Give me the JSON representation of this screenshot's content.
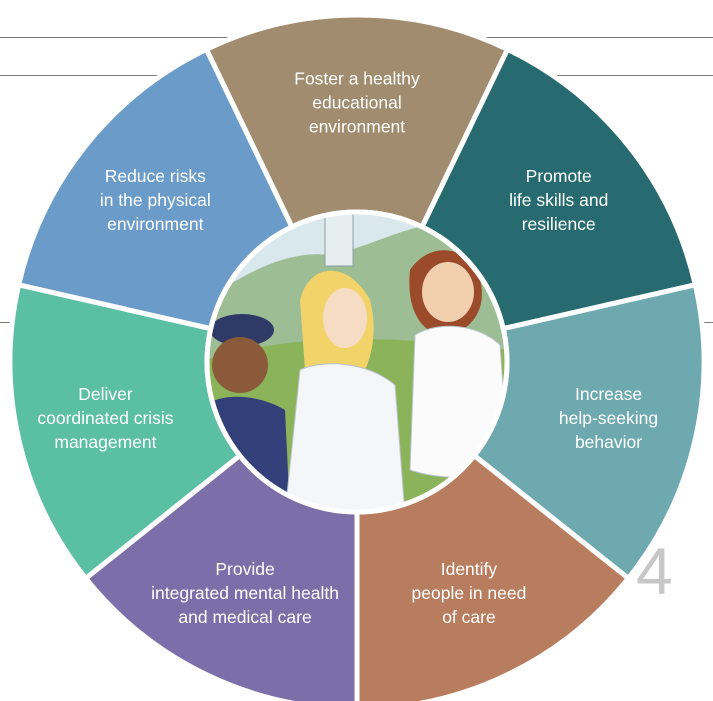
{
  "page_number": "4",
  "colors": {
    "background": "#ffffff",
    "divider": "#ffffff",
    "rule": "#7a7a7a",
    "page_number": "#c7c7c7"
  },
  "segments": [
    {
      "id": "educational",
      "lines": [
        "Foster a healthy",
        "educational",
        "environment"
      ],
      "color": "#a18c6f",
      "icon": ""
    },
    {
      "id": "life-skills",
      "lines": [
        "Promote",
        "life skills and",
        "resilience"
      ],
      "color": "#276b70"
    },
    {
      "id": "help-seeking",
      "lines": [
        "Increase",
        "help-seeking",
        "behavior"
      ],
      "color": "#6ea9b0"
    },
    {
      "id": "identify",
      "lines": [
        "Identify",
        "people in need",
        "of care"
      ],
      "color": "#b87d5e"
    },
    {
      "id": "medical-care",
      "lines": [
        "Provide",
        "integrated mental health",
        "and medical care"
      ],
      "color": "#7c6ea8"
    },
    {
      "id": "crisis",
      "lines": [
        "Deliver",
        "coordinated crisis",
        "management"
      ],
      "color": "#5bbfa3"
    },
    {
      "id": "physical",
      "lines": [
        "Reduce risks",
        "in the physical",
        "environment"
      ],
      "color": "#6b9cc9"
    }
  ],
  "center_illustration": "people-illustration"
}
